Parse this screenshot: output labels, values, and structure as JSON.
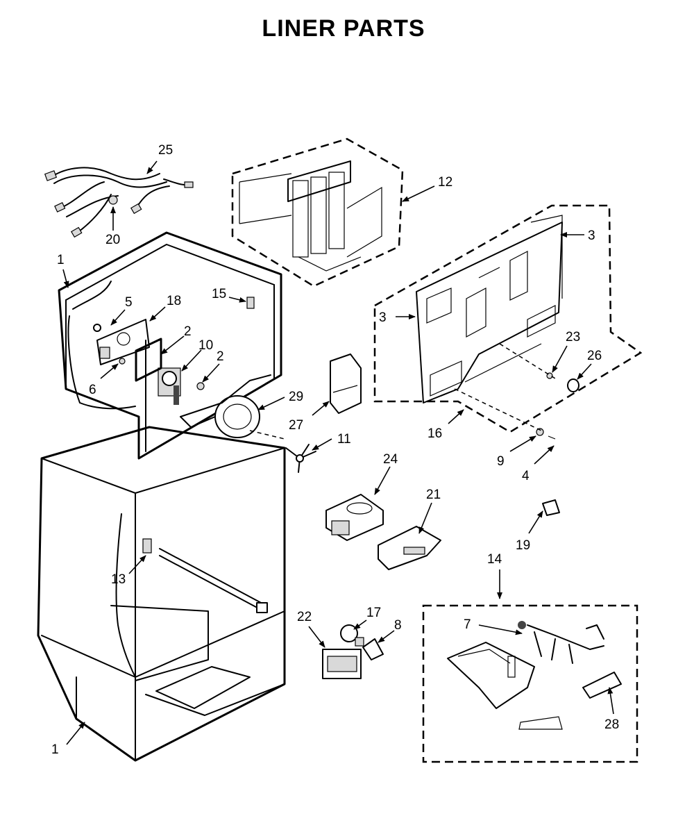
{
  "title": "LINER PARTS",
  "callouts": {
    "c1_top": "1",
    "c1_bottom": "1",
    "c2_a": "2",
    "c2_b": "2",
    "c3_a": "3",
    "c3_b": "3",
    "c4": "4",
    "c5": "5",
    "c6": "6",
    "c7": "7",
    "c8": "8",
    "c9": "9",
    "c10": "10",
    "c11": "11",
    "c12": "12",
    "c13": "13",
    "c14": "14",
    "c15": "15",
    "c16": "16",
    "c17": "17",
    "c18": "18",
    "c19": "19",
    "c20": "20",
    "c21": "21",
    "c22": "22",
    "c23": "23",
    "c24": "24",
    "c25": "25",
    "c26": "26",
    "c27": "27",
    "c28": "28",
    "c29": "29"
  }
}
